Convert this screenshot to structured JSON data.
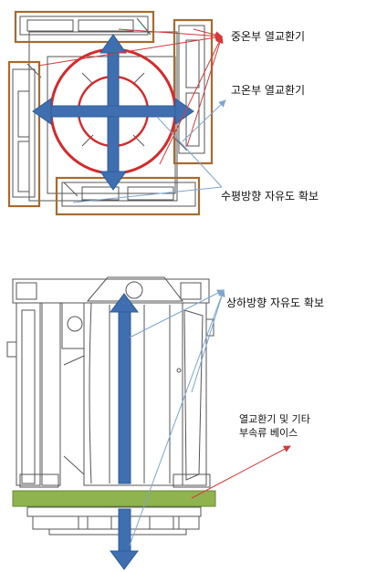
{
  "labels": {
    "mid_temp_hx": "중온부 열교환기",
    "high_temp_hx": "고온부 열교환기",
    "horizontal_freedom": "수평방향 자유도 확보",
    "vertical_freedom": "상하방향 자유도 확보",
    "base_line1": "열교환기 및 기타",
    "base_line2": "부속류 베이스"
  },
  "colors": {
    "hx_outline": "#a86a2e",
    "ring": "#d42a2a",
    "arrow": "#3f6fb0",
    "base_plate": "#8fb34f",
    "leader_red": "#d63a3a",
    "leader_blue": "#7ea6cf"
  },
  "icons": [
    "four-way-arrow-icon",
    "vertical-arrow-icon"
  ]
}
